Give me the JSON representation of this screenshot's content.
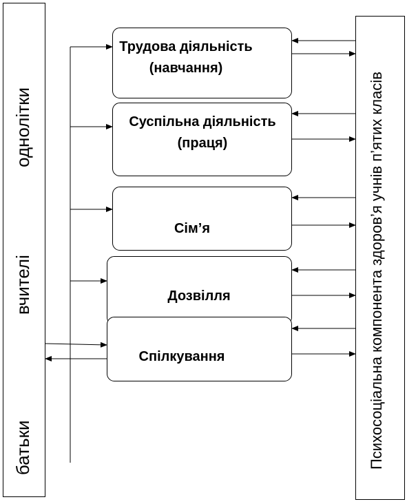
{
  "left_panel": {
    "labels": [
      "однолітки",
      "вчителі",
      "батьки"
    ]
  },
  "right_panel": {
    "label": "Психосоціальна компонента здоров’я учнів п’ятих класів"
  },
  "activities": [
    {
      "label": "Трудова діяльність (навчання)"
    },
    {
      "label": "Суспільна діяльність (праця)"
    },
    {
      "label": "Сім’я"
    },
    {
      "label": "Дозвілля"
    },
    {
      "label": "Спілкування"
    }
  ]
}
